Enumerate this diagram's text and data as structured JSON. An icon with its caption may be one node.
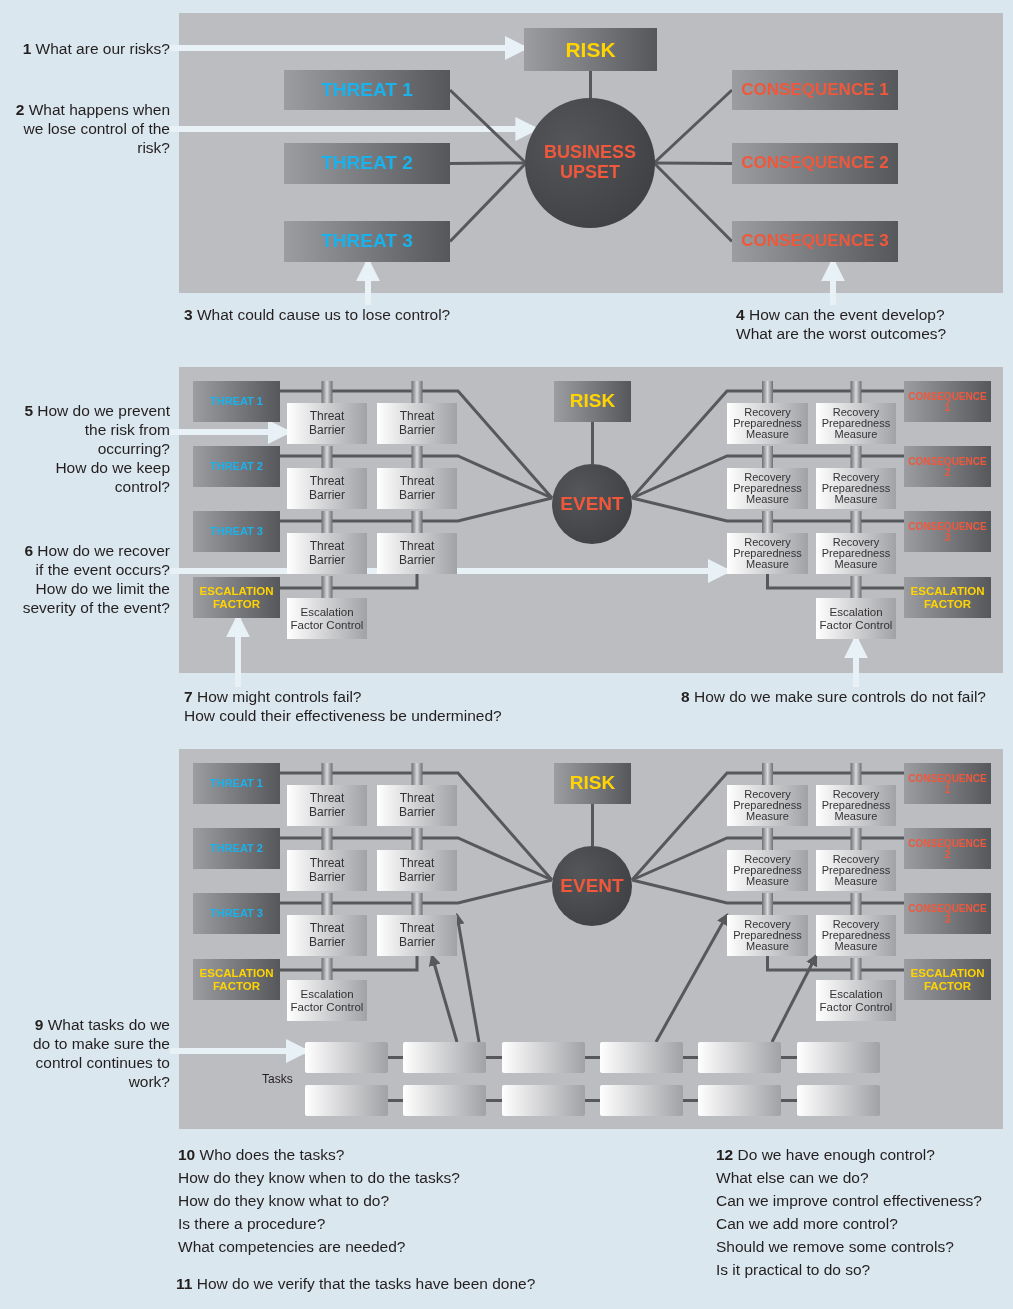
{
  "diagram": {
    "nodes": [
      {
        "text": [
          "**1** What are our risks?"
        ]
      },
      {
        "text": [
          "RISK"
        ]
      },
      {
        "text": [
          "**2** What happens when we lose control of the risk?"
        ]
      },
      {
        "text": [
          "THREAT 1"
        ]
      },
      {
        "text": [
          "CONSEQUENCE 1"
        ]
      },
      {
        "text": [
          "BUSINESS UPSET"
        ]
      },
      {
        "text": [
          "THREAT 2"
        ]
      },
      {
        "text": [
          "CONSEQUENCE 2"
        ]
      },
      {
        "text": [
          "THREAT 3"
        ]
      },
      {
        "text": [
          "CONSEQUENCE 3"
        ]
      },
      {
        "text": [
          "**3** What could cause us to lose control?"
        ]
      },
      {
        "text": [
          "**4** How can the event develop?",
          "What are the worst outcomes?"
        ]
      },
      {
        "text": [
          "**5** How do we prevent the risk from occurring?",
          "How do we keep control?"
        ]
      },
      {
        "text": [
          "THREAT 1"
        ]
      },
      {
        "text": [
          "Threat Barrier"
        ]
      },
      {
        "text": [
          "Threat Barrier"
        ]
      },
      {
        "text": [
          "RISK"
        ]
      },
      {
        "text": [
          "Recovery Preparedness Measure"
        ]
      },
      {
        "text": [
          "Recovery Preparedness Measure"
        ]
      },
      {
        "text": [
          "CONSEQUENCE 1"
        ]
      },
      {
        "text": [
          "THREAT 2"
        ]
      },
      {
        "text": [
          "Threat Barrier"
        ]
      },
      {
        "text": [
          "Threat Barrier"
        ]
      },
      {
        "text": [
          "EVENT"
        ]
      },
      {
        "text": [
          "Recovery Preparedness Measure"
        ]
      },
      {
        "text": [
          "Recovery Preparedness Measure"
        ]
      },
      {
        "text": [
          "CONSEQUENCE 2"
        ]
      },
      {
        "text": [
          "THREAT 3"
        ]
      },
      {
        "text": [
          "Threat Barrier"
        ]
      },
      {
        "text": [
          "Threat Barrier"
        ]
      },
      {
        "text": [
          "Recovery Preparedness Measure"
        ]
      },
      {
        "text": [
          "Recovery Preparedness Measure"
        ]
      },
      {
        "text": [
          "CONSEQUENCE 3"
        ]
      },
      {
        "text": [
          "**6** How do we recover if the event occurs?",
          "How do we limit the severity of the event?"
        ]
      },
      {
        "text": [
          "ESCALATION FACTOR"
        ]
      },
      {
        "text": [
          "Escalation Factor Control"
        ]
      },
      {
        "text": [
          "Escalation Factor Control"
        ]
      },
      {
        "text": [
          "ESCALATION FACTOR"
        ]
      },
      {
        "text": [
          "**7** How might controls fail?",
          "How could their effectiveness be undermined?"
        ]
      },
      {
        "text": [
          "**8** How do we make sure controls do not fail?"
        ]
      },
      {
        "text": [
          "THREAT 1"
        ]
      },
      {
        "text": [
          "Threat Barrier"
        ]
      },
      {
        "text": [
          "Threat Barrier"
        ]
      },
      {
        "text": [
          "RISK"
        ]
      },
      {
        "text": [
          "Recovery Preparedness Measure"
        ]
      },
      {
        "text": [
          "Recovery Preparedness Measure"
        ]
      },
      {
        "text": [
          "CONSEQUENCE 1"
        ]
      },
      {
        "text": [
          "THREAT 2"
        ]
      },
      {
        "text": [
          "Threat Barrier"
        ]
      },
      {
        "text": [
          "Threat Barrier"
        ]
      },
      {
        "text": [
          "EVENT"
        ]
      },
      {
        "text": [
          "Recovery Preparedness Measure"
        ]
      },
      {
        "text": [
          "Recovery Preparedness Measure"
        ]
      },
      {
        "text": [
          "CONSEQUENCE 2"
        ]
      },
      {
        "text": [
          "THREAT 3"
        ]
      },
      {
        "text": [
          "Threat Barrier"
        ]
      },
      {
        "text": [
          "Threat Barrier"
        ]
      },
      {
        "text": [
          "Recovery Preparedness Measure"
        ]
      },
      {
        "text": [
          "Recovery Preparedness Measure"
        ]
      },
      {
        "text": [
          "CONSEQUENCE 3"
        ]
      },
      {
        "text": [
          "ESCALATION FACTOR"
        ]
      },
      {
        "text": [
          "Escalation Factor Control"
        ]
      },
      {
        "text": [
          "Escalation Factor Control"
        ]
      },
      {
        "text": [
          "ESCALATION FACTOR"
        ]
      },
      {
        "text": [
          "**9** What tasks do we do to make sure the control continues to work?"
        ]
      },
      {
        "text": [],
        "shape": "box"
      },
      {
        "text": [],
        "shape": "box"
      },
      {
        "text": [],
        "shape": "box"
      },
      {
        "text": [],
        "shape": "box"
      },
      {
        "text": [],
        "shape": "box"
      },
      {
        "text": [],
        "shape": "box"
      },
      {
        "text": [],
        "shape": "box"
      },
      {
        "text": [],
        "shape": "box"
      },
      {
        "text": [],
        "shape": "box"
      },
      {
        "text": [],
        "shape": "box"
      },
      {
        "text": [],
        "shape": "box"
      },
      {
        "text": [],
        "shape": "box"
      }
    ],
    "edges": [
      {
        "from": 0,
        "to": 1,
        "arrow": "to",
        "style": "thick",
        "color": "#e8f1f6"
      },
      {
        "from": 2,
        "to": 5,
        "arrow": "to",
        "style": "thick",
        "color": "#e8f1f6"
      },
      {
        "from": 1,
        "to": 5,
        "arrow": "none"
      },
      {
        "from": 3,
        "to": 5,
        "arrow": "none"
      },
      {
        "from": 6,
        "to": 5,
        "arrow": "none"
      },
      {
        "from": 8,
        "to": 5,
        "arrow": "none"
      },
      {
        "from": 5,
        "to": 4,
        "arrow": "none"
      },
      {
        "from": 5,
        "to": 7,
        "arrow": "none"
      },
      {
        "from": 5,
        "to": 9,
        "arrow": "none"
      },
      {
        "from": 10,
        "to": 8,
        "arrow": "to",
        "style": "thick",
        "color": "#e8f1f6"
      },
      {
        "from": 11,
        "to": 9,
        "arrow": "to",
        "style": "thick",
        "color": "#e8f1f6"
      },
      {
        "from": 12,
        "to": 14,
        "arrow": "to",
        "style": "thick",
        "color": "#e8f1f6"
      },
      {
        "from": 13,
        "to": 14,
        "arrow": "none"
      },
      {
        "from": 14,
        "to": 15,
        "arrow": "none"
      },
      {
        "from": 15,
        "to": 23,
        "arrow": "none"
      },
      {
        "from": 20,
        "to": 21,
        "arrow": "none"
      },
      {
        "from": 21,
        "to": 22,
        "arrow": "none"
      },
      {
        "from": 22,
        "to": 23,
        "arrow": "none"
      },
      {
        "from": 27,
        "to": 28,
        "arrow": "none"
      },
      {
        "from": 28,
        "to": 29,
        "arrow": "none"
      },
      {
        "from": 29,
        "to": 23,
        "arrow": "none"
      },
      {
        "from": 16,
        "to": 23,
        "arrow": "none"
      },
      {
        "from": 23,
        "to": 17,
        "arrow": "none"
      },
      {
        "from": 17,
        "to": 18,
        "arrow": "none"
      },
      {
        "from": 18,
        "to": 19,
        "arrow": "none"
      },
      {
        "from": 23,
        "to": 24,
        "arrow": "none"
      },
      {
        "from": 24,
        "to": 25,
        "arrow": "none"
      },
      {
        "from": 25,
        "to": 26,
        "arrow": "none"
      },
      {
        "from": 23,
        "to": 30,
        "arrow": "none"
      },
      {
        "from": 30,
        "to": 31,
        "arrow": "none"
      },
      {
        "from": 31,
        "to": 32,
        "arrow": "none"
      },
      {
        "from": 34,
        "to": 35,
        "arrow": "none"
      },
      {
        "from": 35,
        "to": 29,
        "arrow": "none"
      },
      {
        "from": 30,
        "to": 36,
        "arrow": "none"
      },
      {
        "from": 36,
        "to": 37,
        "arrow": "none"
      },
      {
        "from": 33,
        "to": 30,
        "arrow": "to",
        "style": "thick",
        "color": "#e8f1f6"
      },
      {
        "from": 38,
        "to": 34,
        "arrow": "to",
        "style": "thick",
        "color": "#e8f1f6"
      },
      {
        "from": 39,
        "to": 36,
        "arrow": "to",
        "style": "thick",
        "color": "#e8f1f6"
      },
      {
        "from": 40,
        "to": 41,
        "arrow": "none"
      },
      {
        "from": 41,
        "to": 42,
        "arrow": "none"
      },
      {
        "from": 42,
        "to": 50,
        "arrow": "none"
      },
      {
        "from": 47,
        "to": 48,
        "arrow": "none"
      },
      {
        "from": 48,
        "to": 49,
        "arrow": "none"
      },
      {
        "from": 49,
        "to": 50,
        "arrow": "none"
      },
      {
        "from": 54,
        "to": 55,
        "arrow": "none"
      },
      {
        "from": 55,
        "to": 56,
        "arrow": "none"
      },
      {
        "from": 56,
        "to": 50,
        "arrow": "none"
      },
      {
        "from": 43,
        "to": 50,
        "arrow": "none"
      },
      {
        "from": 50,
        "to": 44,
        "arrow": "none"
      },
      {
        "from": 44,
        "to": 45,
        "arrow": "none"
      },
      {
        "from": 45,
        "to": 46,
        "arrow": "none"
      },
      {
        "from": 50,
        "to": 51,
        "arrow": "none"
      },
      {
        "from": 51,
        "to": 52,
        "arrow": "none"
      },
      {
        "from": 52,
        "to": 53,
        "arrow": "none"
      },
      {
        "from": 50,
        "to": 57,
        "arrow": "none"
      },
      {
        "from": 57,
        "to": 58,
        "arrow": "none"
      },
      {
        "from": 58,
        "to": 59,
        "arrow": "none"
      },
      {
        "from": 60,
        "to": 61,
        "arrow": "none"
      },
      {
        "from": 61,
        "to": 56,
        "arrow": "none"
      },
      {
        "from": 57,
        "to": 62,
        "arrow": "none"
      },
      {
        "from": 62,
        "to": 63,
        "arrow": "none"
      },
      {
        "from": 64,
        "to": 65,
        "arrow": "to",
        "style": "thick",
        "color": "#e8f1f6"
      },
      {
        "from": 65,
        "to": 66,
        "arrow": "none"
      },
      {
        "from": 66,
        "to": 67,
        "arrow": "none"
      },
      {
        "from": 67,
        "to": 68,
        "arrow": "none"
      },
      {
        "from": 68,
        "to": 69,
        "arrow": "none"
      },
      {
        "from": 69,
        "to": 70,
        "arrow": "none"
      },
      {
        "from": 71,
        "to": 72,
        "arrow": "none"
      },
      {
        "from": 72,
        "to": 73,
        "arrow": "none"
      },
      {
        "from": 73,
        "to": 74,
        "arrow": "none"
      },
      {
        "from": 74,
        "to": 75,
        "arrow": "none"
      },
      {
        "from": 75,
        "to": 76,
        "arrow": "none"
      },
      {
        "from": 66,
        "to": 56,
        "arrow": "to"
      },
      {
        "from": 66,
        "to": 56,
        "arrow": "to"
      },
      {
        "from": 68,
        "to": 57,
        "arrow": "to"
      },
      {
        "from": 69,
        "to": 58,
        "arrow": "to"
      }
    ],
    "labels": [
      "Tasks",
      "**10** Who does the tasks?",
      "How do they know when to do the tasks?",
      "How do they know what to do?",
      "Is there a procedure?",
      "What competencies are needed?",
      "**11** How do we verify that the tasks have been done?",
      "**12** Do we have enough control?",
      "What else can we do?",
      "Can we improve control effectiveness?",
      "Can we add more control?",
      "Should we remove some controls?",
      "Is it practical to do so?"
    ]
  }
}
